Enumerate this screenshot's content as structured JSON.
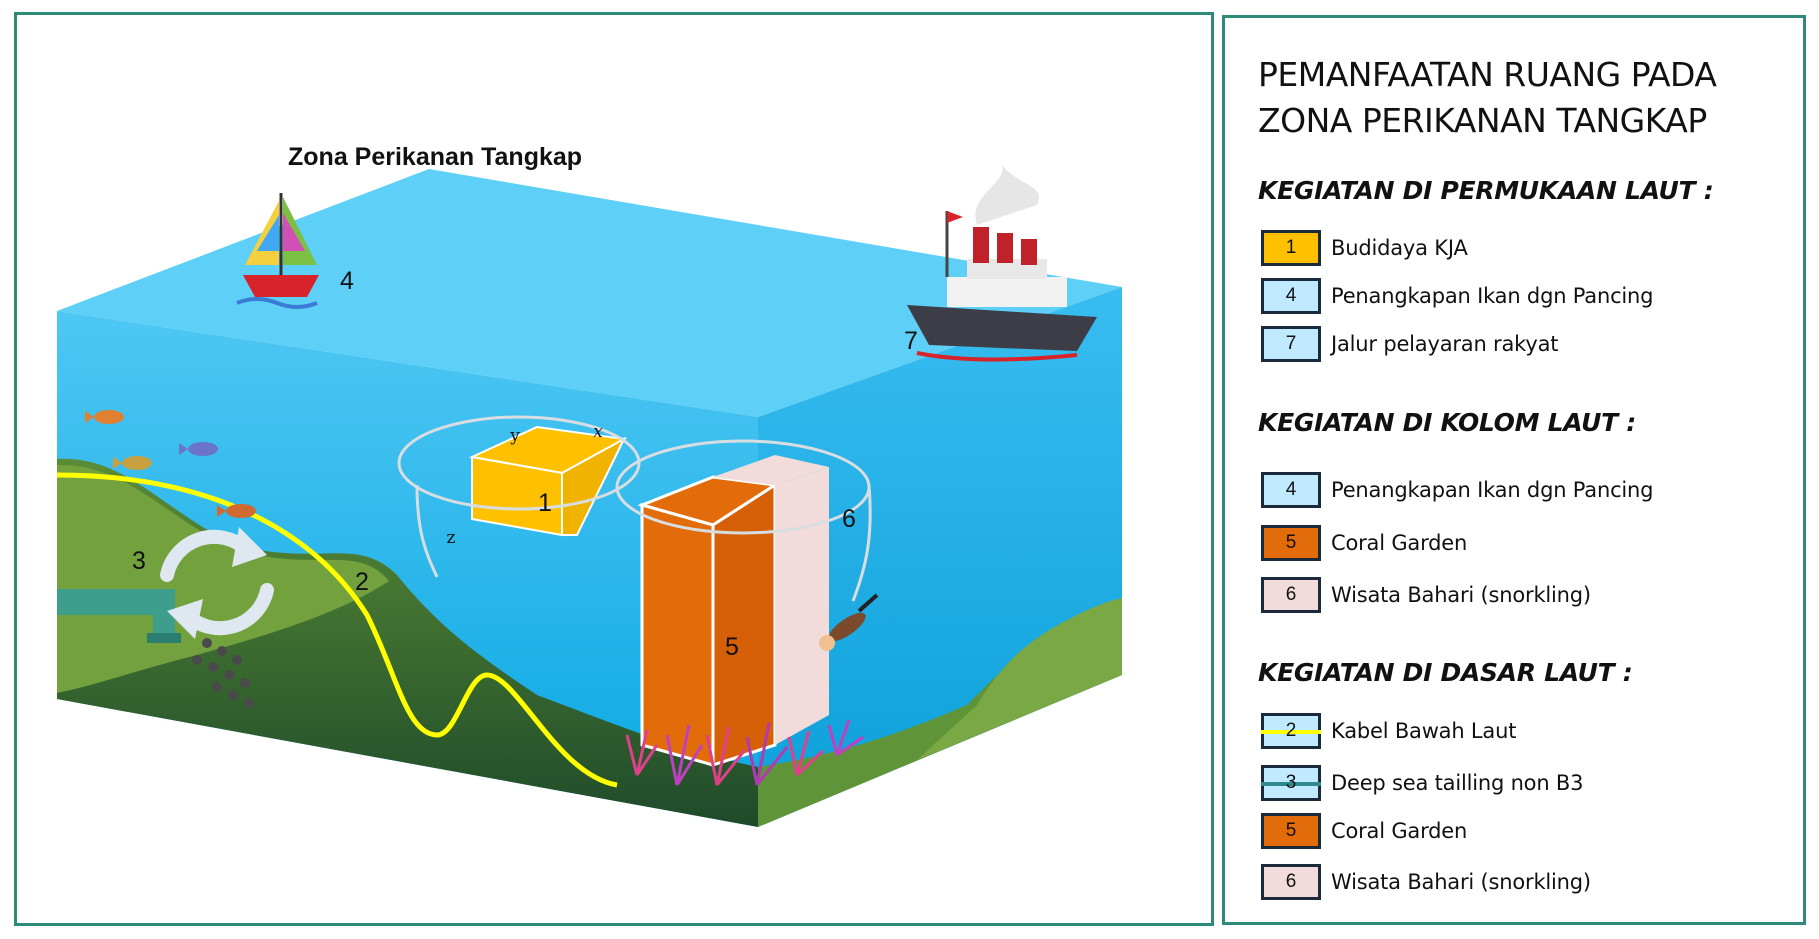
{
  "diagram": {
    "zone_title": "Zona Perikanan Tangkap",
    "markers": [
      "1",
      "2",
      "3",
      "4",
      "5",
      "6",
      "7"
    ],
    "axis_labels": {
      "x": "x",
      "y": "y",
      "z": "z"
    }
  },
  "legend": {
    "title": "PEMANFAATAN RUANG PADA ZONA PERIKANAN TANGKAP",
    "sections": [
      {
        "heading": "KEGIATAN DI PERMUKAAN LAUT :",
        "items": [
          {
            "num": "1",
            "label": "Budidaya KJA",
            "fill": "#ffc000",
            "line": ""
          },
          {
            "num": "4",
            "label": "Penangkapan Ikan dgn Pancing",
            "fill": "#bfeaff",
            "line": ""
          },
          {
            "num": "7",
            "label": "Jalur pelayaran rakyat",
            "fill": "#bfeaff",
            "line": ""
          }
        ]
      },
      {
        "heading": "KEGIATAN DI KOLOM LAUT :",
        "items": [
          {
            "num": "4",
            "label": "Penangkapan Ikan dgn Pancing",
            "fill": "#bfeaff",
            "line": ""
          },
          {
            "num": "5",
            "label": "Coral Garden",
            "fill": "#e36c0a",
            "line": ""
          },
          {
            "num": "6",
            "label": "Wisata Bahari (snorkling)",
            "fill": "#f2dcdb",
            "line": ""
          }
        ]
      },
      {
        "heading": "KEGIATAN DI DASAR LAUT :",
        "items": [
          {
            "num": "2",
            "label": "Kabel Bawah Laut",
            "fill": "#bfeaff",
            "line": "#ffff00"
          },
          {
            "num": "3",
            "label": "Deep sea tailling non B3",
            "fill": "#bfeaff",
            "line": "#2e8a8a"
          },
          {
            "num": "5",
            "label": "Coral Garden",
            "fill": "#e36c0a",
            "line": ""
          },
          {
            "num": "6",
            "label": "Wisata Bahari (snorkling)",
            "fill": "#f2dcdb",
            "line": ""
          }
        ]
      }
    ]
  },
  "colors": {
    "panel_border": "#2e8a7a",
    "sea_surface": "#5bcff5",
    "sea_front": "#0fb0ea",
    "seabed": "#6a9a3a",
    "cable": "#ffff00",
    "kja": "#ffc000",
    "coral_garden": "#e36c0a",
    "snorkling": "#f2dcdb"
  }
}
